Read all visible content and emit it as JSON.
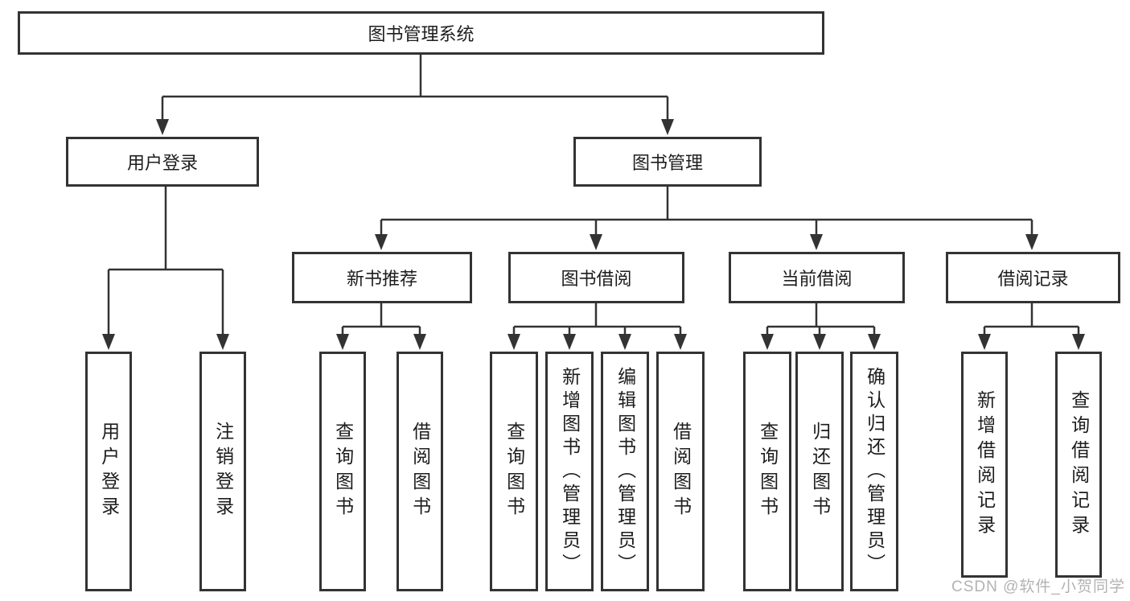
{
  "diagram_title": "图书管理系统",
  "tree": {
    "label": "图书管理系统",
    "children": [
      {
        "label": "用户登录",
        "children": [
          {
            "label": "用户登录"
          },
          {
            "label": "注销登录"
          }
        ]
      },
      {
        "label": "图书管理",
        "children": [
          {
            "label": "新书推荐",
            "children": [
              {
                "label": "查询图书"
              },
              {
                "label": "借阅图书"
              }
            ]
          },
          {
            "label": "图书借阅",
            "children": [
              {
                "label": "查询图书"
              },
              {
                "label": "新增图书（管理员）"
              },
              {
                "label": "编辑图书（管理员）"
              },
              {
                "label": "借阅图书"
              }
            ]
          },
          {
            "label": "当前借阅",
            "children": [
              {
                "label": "查询图书"
              },
              {
                "label": "归还图书"
              },
              {
                "label": "确认归还（管理员）"
              }
            ]
          },
          {
            "label": "借阅记录",
            "children": [
              {
                "label": "新增借阅记录"
              },
              {
                "label": "查询借阅记录"
              }
            ]
          }
        ]
      }
    ]
  },
  "watermark": {
    "text": "CSDN @软件_小贺同学"
  },
  "colors": {
    "line": "#333333",
    "box_border": "#333333",
    "box_fill": "#ffffff",
    "text": "#1d1d1d",
    "watermark": "#b2b2b2",
    "background": "#ffffff"
  }
}
